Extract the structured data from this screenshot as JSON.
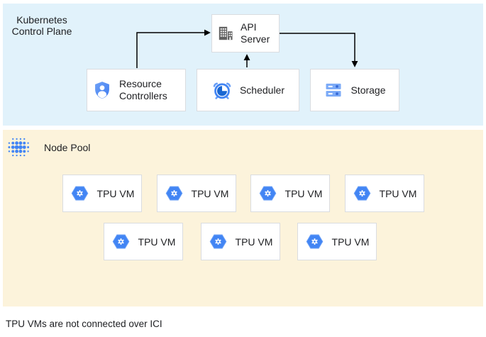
{
  "colors": {
    "control-plane-bg": "#E1F2FB",
    "node-pool-bg": "#FCF3DB",
    "box-border": "#DADCE0",
    "box-bg": "#FFFFFF",
    "text": "#202124",
    "accent-blue": "#4285F4",
    "icon-dark-blue": "#1967D2",
    "icon-light-blue": "#7BAAF7",
    "icon-gray": "#616161",
    "arrow": "#000000"
  },
  "control_plane": {
    "title": "Kubernetes Control Plane",
    "nodes": {
      "api_server": {
        "label": "API Server",
        "icon": "building-icon"
      },
      "resource_controllers": {
        "label": "Resource Controllers",
        "icon": "shield-user-icon"
      },
      "scheduler": {
        "label": "Scheduler",
        "icon": "alarm-clock-icon"
      },
      "storage": {
        "label": "Storage",
        "icon": "server-stack-icon"
      }
    },
    "arrows": [
      {
        "from": "resource_controllers",
        "to": "api_server"
      },
      {
        "from": "scheduler",
        "to": "api_server"
      },
      {
        "from": "api_server",
        "to": "storage"
      }
    ]
  },
  "node_pool": {
    "title": "Node Pool",
    "icon": "dot-grid-icon",
    "vms": [
      "TPU VM",
      "TPU VM",
      "TPU VM",
      "TPU VM",
      "TPU VM",
      "TPU VM",
      "TPU VM"
    ]
  },
  "footnote": "TPU VMs are not connected over ICI"
}
